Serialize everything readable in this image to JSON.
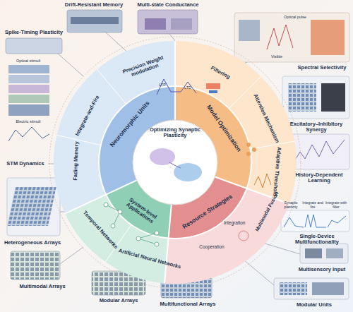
{
  "diagram": {
    "nodes": [
      {
        "text": [
          "Optimizing Synaptic Plasticity"
        ]
      },
      {
        "text": [
          "Neuromorphic Units"
        ]
      },
      {
        "text": [
          "Model Optimization"
        ]
      },
      {
        "text": [
          "Resource Strategies"
        ]
      },
      {
        "text": [
          "System-level Applications"
        ]
      },
      {
        "text": [
          "Precision Weight modulation"
        ]
      },
      {
        "text": [
          "Integrate-and-Fire"
        ]
      },
      {
        "text": [
          "Fading Memory"
        ]
      },
      {
        "text": [
          "Filtering"
        ]
      },
      {
        "text": [
          "Attention Mechanism"
        ]
      },
      {
        "text": [
          "Adaptive Threshold"
        ]
      },
      {
        "text": [
          "Multimodal Fusion"
        ]
      },
      {
        "text": [
          "Integration"
        ]
      },
      {
        "text": [
          "Cooperation"
        ]
      },
      {
        "text": [
          "Temporal Networks"
        ]
      },
      {
        "text": [
          "Artificial Neural Networks"
        ]
      }
    ],
    "labels": [
      "Drift-Resistant Memory",
      "Multi-state Conductance",
      "Spike-Timing Plasticity",
      "Optical stimuli",
      "Electric stimuli",
      "STM Dynamics",
      "LTP",
      "LTD",
      "Spectral Selectivity",
      "Optical pulse",
      "Visible",
      "Excitatory–Inhibitory Synergy",
      "History-Dependent Learning",
      "Synaptic plasticity",
      "Integrate and fire",
      "Integrate with filter",
      "Single-Device Multifunctionality",
      "Multisensory Input",
      "Modular Units",
      "Heterogeneous Arrays",
      "Multimodal Arrays",
      "Modular Arrays",
      "Multifunctional Arrays"
    ]
  }
}
